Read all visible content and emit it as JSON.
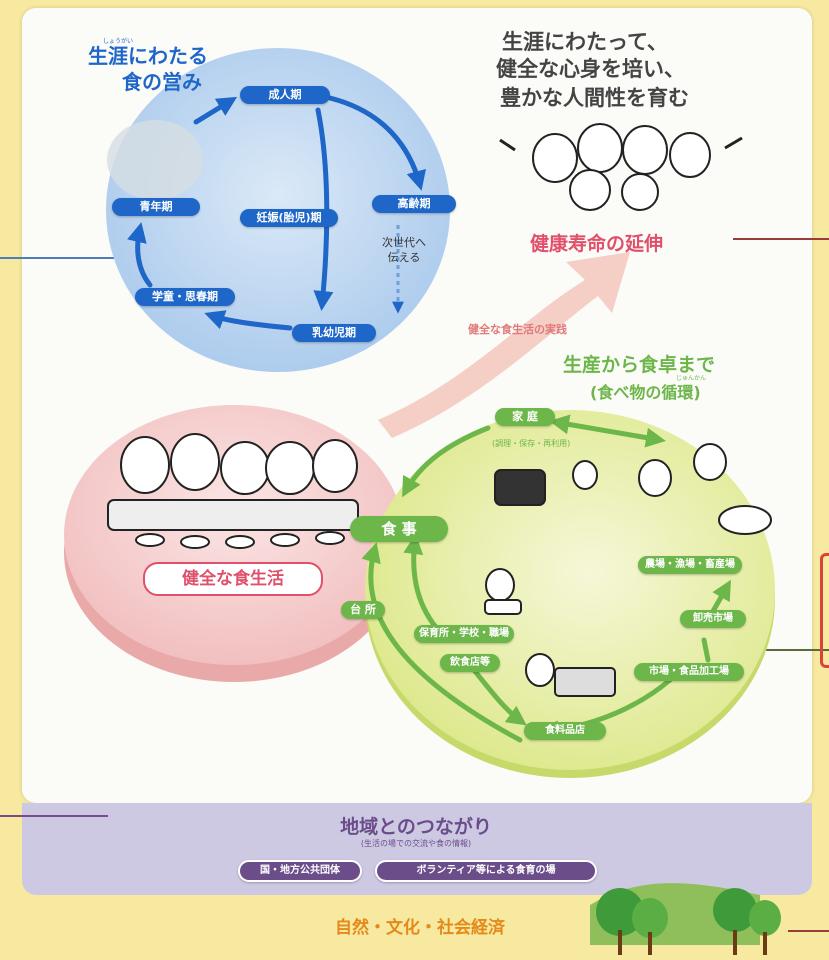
{
  "cycle": {
    "title_ruby": "しょうがい",
    "title_line1": "生涯にわたる",
    "title_line2": "食の営み",
    "stages": {
      "adult": "成人期",
      "elderly": "高齢期",
      "pregnancy": "妊娠(胎児)期",
      "youth": "青年期",
      "school": "学童・思春期",
      "infant": "乳幼児期"
    },
    "next_gen": "次世代へ\n伝える"
  },
  "goal": {
    "line1": "生涯にわたって、",
    "line2": "健全な心身を培い、",
    "line3": "豊かな人間性を育む",
    "extension": "健康寿命の延伸",
    "practice": "健全な食生活の実践"
  },
  "diet": {
    "label": "健全な食生活"
  },
  "food_cycle": {
    "title": "生産から食卓まで",
    "subtitle": "(食べ物の循環)",
    "subtitle_ruby": "じゅんかん",
    "meal": "食 事",
    "home": "家 庭",
    "home_sub": "(調理・保存・再利用)",
    "kitchen": "台 所",
    "nursery": "保育所・学校・職場",
    "restaurant": "飲食店等",
    "store": "食料品店",
    "farm": "農場・漁場・畜産場",
    "market": "卸売市場",
    "factory": "市場・食品加工場"
  },
  "community": {
    "title": "地域とのつながり",
    "subtitle": "(生活の場での交流や食の情報)",
    "pill1": "国・地方公共団体",
    "pill2": "ボランティア等による食育の場"
  },
  "footer": {
    "label": "自然・文化・社会経済"
  },
  "colors": {
    "blue": "#1e66c8",
    "green": "#6db64a",
    "pink_text": "#e0506a",
    "purple": "#6b4d8a",
    "orange": "#e48a1a",
    "background": "#f7e9a0"
  }
}
